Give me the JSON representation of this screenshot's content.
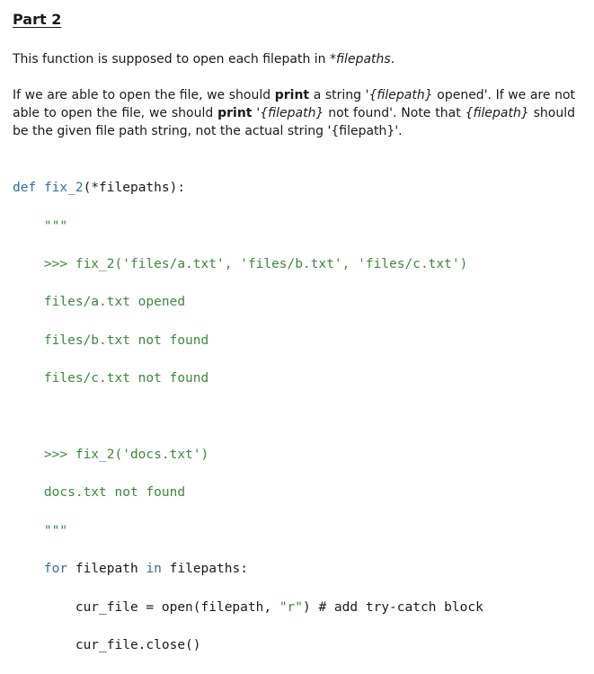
{
  "heading": "Part 2",
  "para1": {
    "prefix": "This function is supposed to open each filepath in ",
    "arg": "*filepaths",
    "suffix": "."
  },
  "para2": {
    "t1": "If we are able to open the file, we should ",
    "print1": "print",
    "t2": " a string '",
    "fp1": "{filepath}",
    "t3": " opened'. If we are not able to open the file, we should ",
    "print2": "print",
    "t4": " '",
    "fp2": "{filepath}",
    "t5": " not found'. Note that ",
    "fp3": "{filepath}",
    "t6": " should be the given file path string, not the actual string '{filepath}'."
  },
  "code": {
    "def_kw": "def",
    "def_name": "fix_2",
    "def_rest": "(*filepaths):",
    "doc_open": "    \"\"\"",
    "ex1_call": "    >>> fix_2('files/a.txt', 'files/b.txt', 'files/c.txt')",
    "ex1_out1": "    files/a.txt opened",
    "ex1_out2": "    files/b.txt not found",
    "ex1_out3": "    files/c.txt not found",
    "blank": " ",
    "ex2_call": "    >>> fix_2('docs.txt')",
    "ex2_out1": "    docs.txt not found",
    "doc_close": "    \"\"\"",
    "for_indent": "    ",
    "for_kw": "for",
    "for_mid": " filepath ",
    "in_kw": "in",
    "for_rest": " filepaths:",
    "open_pre": "        cur_file = open(filepath, ",
    "open_str": "\"r\"",
    "open_post": ") # add try-catch block",
    "close_line": "        cur_file.close()"
  }
}
